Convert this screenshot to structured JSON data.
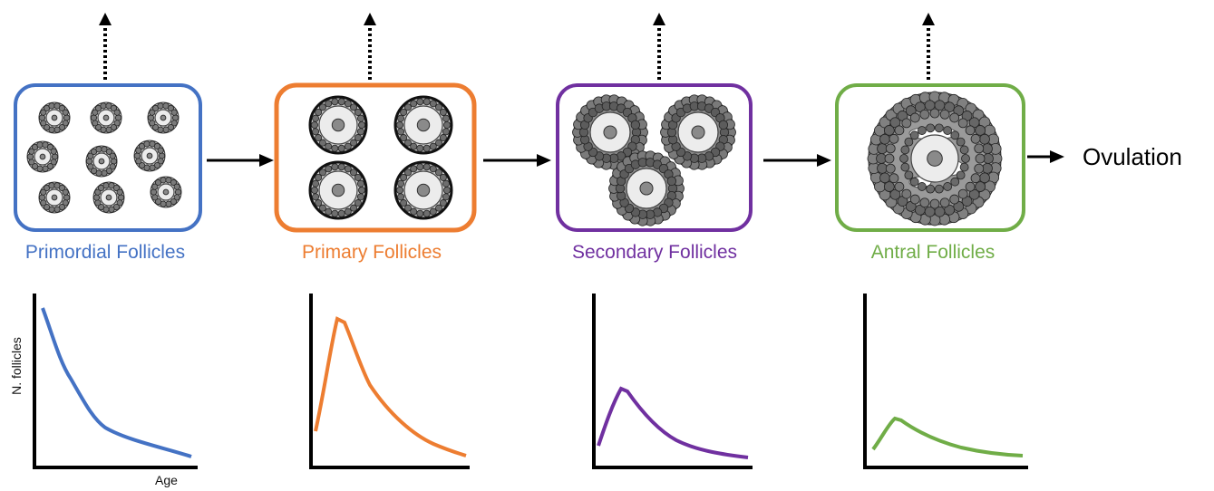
{
  "stages": [
    {
      "label": "Primordial Follicles",
      "color": "#4472C4",
      "follicle_type": "primordial",
      "count": 9
    },
    {
      "label": "Primary Follicles",
      "color": "#ED7D31",
      "follicle_type": "primary",
      "count": 4
    },
    {
      "label": "Secondary Follicles",
      "color": "#7030A0",
      "follicle_type": "secondary",
      "count": 3
    },
    {
      "label": "Antral Follicles",
      "color": "#70AD47",
      "follicle_type": "antral",
      "count": 1
    }
  ],
  "outcome": {
    "label": "Ovulation"
  },
  "axes": {
    "ylabel": "N. follicles",
    "xlabel": "Age"
  },
  "arrow_icons": [
    "dotted-up-arrow-icon",
    "right-arrow-icon"
  ]
}
